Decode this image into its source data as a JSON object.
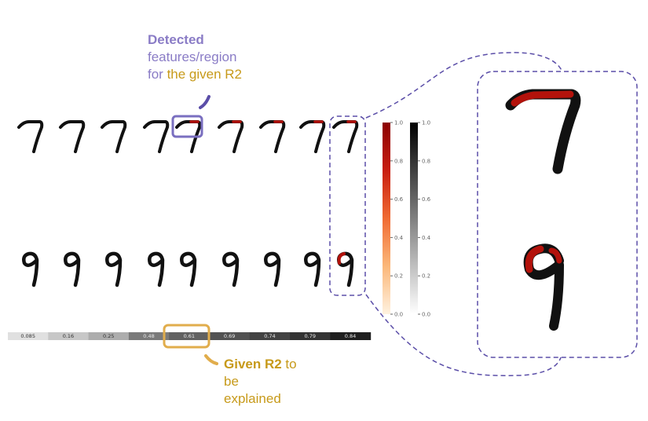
{
  "annotation_top": {
    "line1": "Detected",
    "line2": "features/region",
    "line3_prefix": "for ",
    "line3_highlight": "the given R2"
  },
  "annotation_bottom": {
    "line1_bold": "Given R2",
    "line1_rest": " to",
    "line2": "be",
    "line3": "explained"
  },
  "digit_rows": [
    {
      "digit": "7",
      "count": 9,
      "highlighted_index": 4
    },
    {
      "digit": "9",
      "count": 9,
      "highlighted_index": 8
    }
  ],
  "r2_values": [
    "0.085",
    "0.16",
    "0.25",
    "0.48",
    "0.61",
    "0.69",
    "0.74",
    "0.79",
    "0.84"
  ],
  "r2_fill_levels": [
    0.12,
    0.22,
    0.32,
    0.52,
    0.62,
    0.68,
    0.74,
    0.8,
    0.88
  ],
  "selected_r2_index": 4,
  "colorbars": [
    {
      "name": "heat",
      "ticks": [
        "1.0",
        "0.8",
        "0.6",
        "0.4",
        "0.2",
        "0.0"
      ],
      "colors": [
        "#8b0000",
        "#c81e10",
        "#f06a32",
        "#fbb779",
        "#fff2e0"
      ]
    },
    {
      "name": "gray",
      "ticks": [
        "1.0",
        "0.8",
        "0.6",
        "0.4",
        "0.2",
        "0.0"
      ],
      "colors": [
        "#000000",
        "#555555",
        "#aaaaaa",
        "#ffffff"
      ]
    }
  ],
  "colors": {
    "purple": "#7a6fc0",
    "gold": "#e1ad4c",
    "heat_red": "#b3120b"
  }
}
